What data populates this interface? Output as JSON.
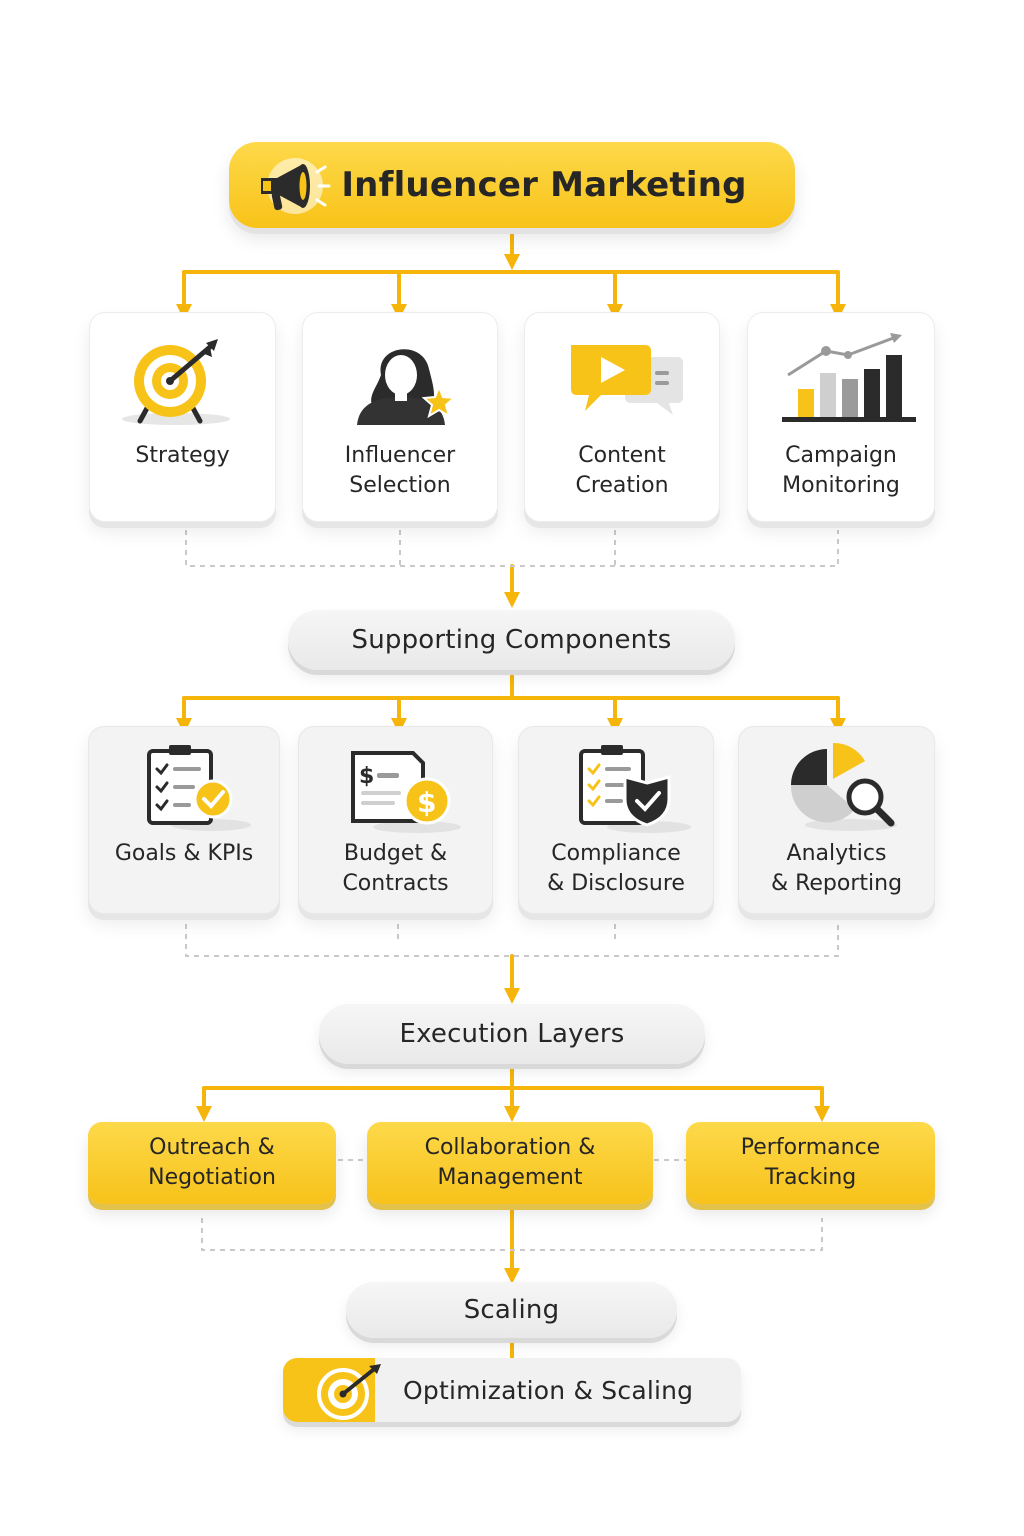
{
  "root": {
    "title": "Influencer Marketing",
    "icon": "megaphone-icon"
  },
  "level1": [
    {
      "label": "Strategy",
      "icon": "target-icon"
    },
    {
      "label": "Influencer\nSelection",
      "icon": "influencer-star-icon"
    },
    {
      "label": "Content\nCreation",
      "icon": "video-chat-icon"
    },
    {
      "label": "Campaign\nMonitoring",
      "icon": "bar-chart-icon"
    }
  ],
  "supporting": {
    "title": "Supporting Components"
  },
  "level2": [
    {
      "label": "Goals & KPIs",
      "icon": "checklist-icon"
    },
    {
      "label": "Budget &\nContracts",
      "icon": "budget-document-icon"
    },
    {
      "label": "Compliance\n& Disclosure",
      "icon": "shield-checklist-icon"
    },
    {
      "label": "Analytics\n& Reporting",
      "icon": "pie-magnifier-icon"
    }
  ],
  "execution": {
    "title": "Execution Layers"
  },
  "level3": [
    {
      "label": "Outreach &\nNegotiation"
    },
    {
      "label": "Collaboration &\nManagement"
    },
    {
      "label": "Performance\nTracking"
    }
  ],
  "scaling": {
    "title": "Scaling"
  },
  "final": {
    "title": "Optimization & Scaling",
    "icon": "target-icon"
  },
  "colors": {
    "accent": "#f8c319",
    "dark": "#262626",
    "neutral": "#e9e9e9"
  }
}
